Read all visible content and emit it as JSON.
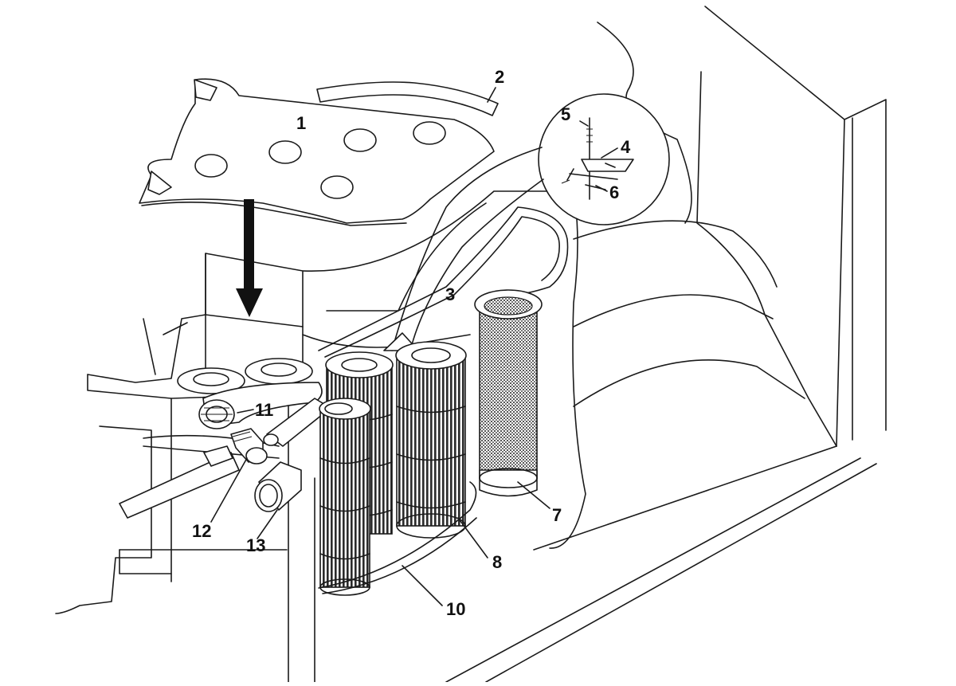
{
  "callouts": [
    {
      "id": "1",
      "text": "1"
    },
    {
      "id": "2",
      "text": "2"
    },
    {
      "id": "3",
      "text": "3"
    },
    {
      "id": "4",
      "text": "4"
    },
    {
      "id": "5",
      "text": "5"
    },
    {
      "id": "6",
      "text": "6"
    },
    {
      "id": "7",
      "text": "7"
    },
    {
      "id": "8",
      "text": "8"
    },
    {
      "id": "10",
      "text": "10"
    },
    {
      "id": "11",
      "text": "11"
    },
    {
      "id": "12",
      "text": "12"
    },
    {
      "id": "13",
      "text": "13"
    }
  ],
  "colors": {
    "line": "#1a1a1a",
    "mesh": "#6e6e6e",
    "arrow": "#111111",
    "background": "#ffffff"
  }
}
